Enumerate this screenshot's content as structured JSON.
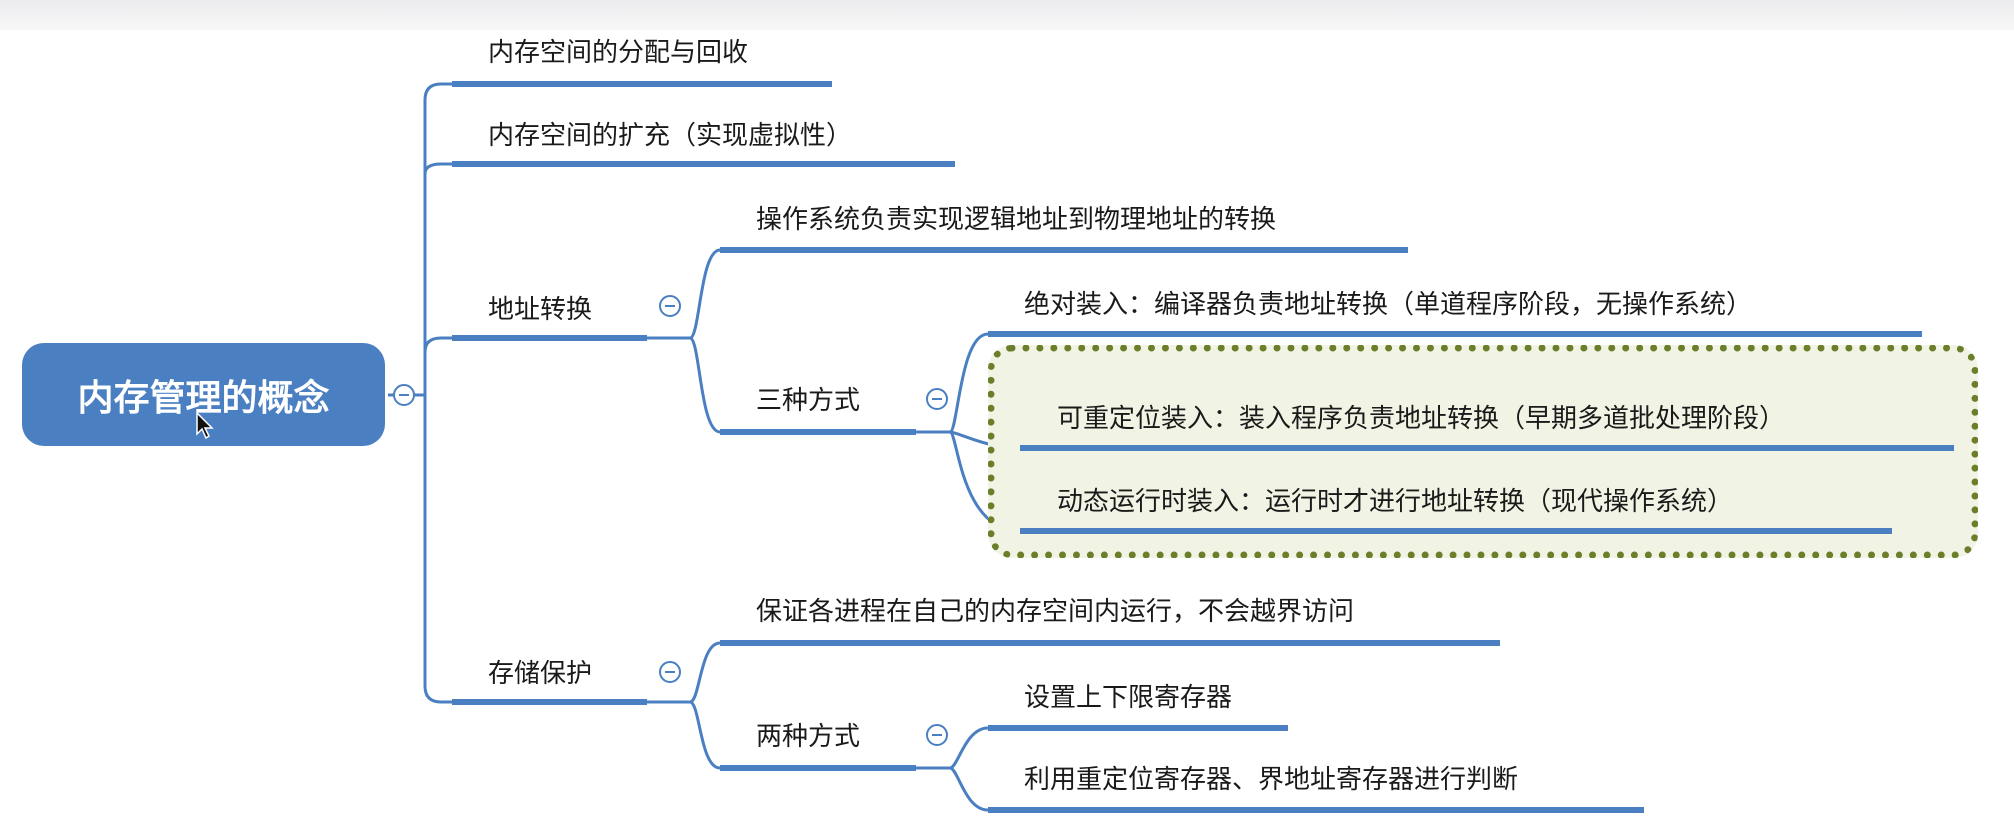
{
  "root": {
    "label": "内存管理的概念"
  },
  "branches": {
    "alloc": {
      "label": "内存空间的分配与回收"
    },
    "expand": {
      "label": "内存空间的扩充（实现虚拟性）"
    },
    "addr": {
      "label": "地址转换",
      "desc": "操作系统负责实现逻辑地址到物理地址的转换",
      "methods": {
        "label": "三种方式",
        "items": [
          "绝对装入：编译器负责地址转换（单道程序阶段，无操作系统）",
          "可重定位装入：装入程序负责地址转换（早期多道批处理阶段）",
          "动态运行时装入：运行时才进行地址转换（现代操作系统）"
        ]
      }
    },
    "protect": {
      "label": "存储保护",
      "desc": "保证各进程在自己的内存空间内运行，不会越界访问",
      "methods": {
        "label": "两种方式",
        "items": [
          "设置上下限寄存器",
          "利用重定位寄存器、界地址寄存器进行判断"
        ]
      }
    }
  },
  "colors": {
    "accent": "#4a7fc1",
    "highlight_border": "#6b7f2a",
    "highlight_fill": "#f1f4e4"
  }
}
